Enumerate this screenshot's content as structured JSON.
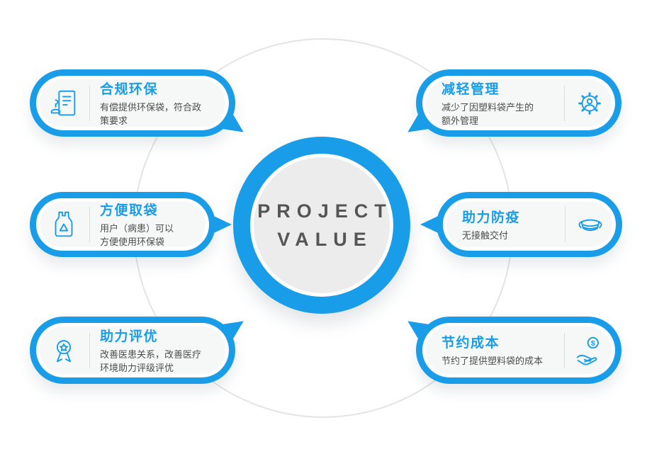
{
  "colors": {
    "accent": "#1A9DE8",
    "pill-fill": "#f6f7f7",
    "ring": "#e4e4e4",
    "text-dark": "#4d4d4d",
    "center-fill": "#ececec",
    "center-text": "#555555"
  },
  "center": {
    "line1": "PROJECT",
    "line2": "VALUE"
  },
  "icons": {
    "dollar_glyph": "$"
  },
  "pills": {
    "left": [
      {
        "icon": "stamp-document-icon",
        "title": "合规环保",
        "desc": "有偿提供环保袋，符合政\n策要求"
      },
      {
        "icon": "recycle-bag-icon",
        "title": "方便取袋",
        "desc": "用户（病患）可以\n方便使用环保袋"
      },
      {
        "icon": "award-medal-icon",
        "title": "助力评优",
        "desc": "改善医患关系，改善医疗\n环境助力评级评优"
      }
    ],
    "right": [
      {
        "icon": "gear-user-icon",
        "title": "减轻管理",
        "desc": "减少了因塑料袋产生的\n额外管理"
      },
      {
        "icon": "face-mask-icon",
        "title": "助力防疫",
        "desc": "无接触交付"
      },
      {
        "icon": "hand-coin-icon",
        "title": "节约成本",
        "desc": "节约了提供塑料袋的成本"
      }
    ]
  }
}
